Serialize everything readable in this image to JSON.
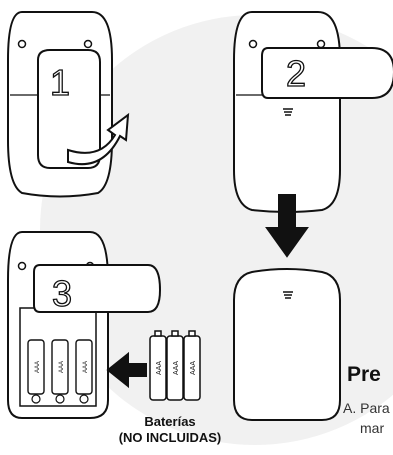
{
  "steps": [
    {
      "number": "1"
    },
    {
      "number": "2"
    },
    {
      "number": "3"
    }
  ],
  "battery": {
    "cell_label": "AAA",
    "caption_line1": "Baterías",
    "caption_line2": "(NO INCLUIDAS)"
  },
  "sidebar": {
    "heading": "Pre",
    "item_a_line1": "A. Para",
    "item_a_line2": "mar"
  },
  "colors": {
    "background_circle": "#f1f1f1",
    "stroke": "#111111",
    "fill": "#ffffff"
  }
}
